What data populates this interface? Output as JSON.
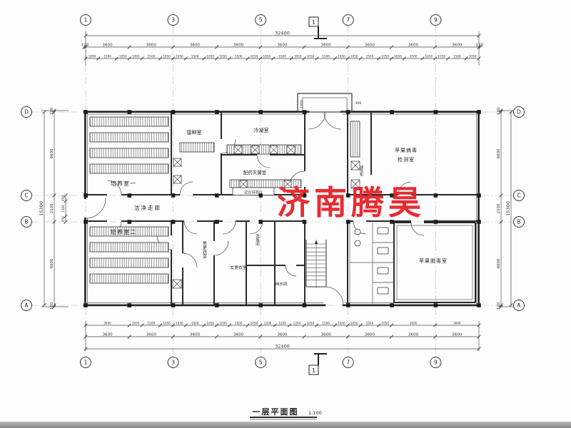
{
  "drawing": {
    "watermark": "济南腾昊",
    "watermark_color": "#e62129",
    "title": "一层平面图",
    "scale_label": "1:100"
  },
  "axes": {
    "top": [
      "1",
      "3",
      "5",
      "7",
      "9"
    ],
    "bottom": [
      "1",
      "3",
      "5",
      "7",
      "9"
    ],
    "left": [
      "D",
      "C",
      "B",
      "A"
    ],
    "right": [
      "D",
      "C",
      "B",
      "A"
    ],
    "section_mark": "1"
  },
  "dimensions": {
    "top_total": [
      "32400"
    ],
    "top_bays": [
      "120",
      "3600",
      "3600",
      "3600",
      "3600",
      "3600",
      "3600",
      "3600",
      "3600",
      "3600",
      "120"
    ],
    "top_sub": [
      "1050",
      "1500",
      "1050",
      "1050",
      "1500",
      "1050",
      "1050",
      "1500",
      "1050",
      "1050",
      "1500",
      "1050",
      "1050",
      "1500",
      "1050",
      "1050",
      "1500",
      "1050",
      "1050",
      "1500",
      "1050",
      "1050",
      "1500",
      "1050",
      "1050",
      "1500",
      "1050"
    ],
    "bottom_sub": [
      "3600",
      "1050",
      "1500",
      "1050",
      "1050",
      "1500",
      "1050",
      "1050",
      "1500",
      "1050",
      "1200",
      "1200",
      "1200",
      "1050",
      "1500",
      "1050",
      "1050",
      "1500",
      "1050",
      "3600",
      "3600"
    ],
    "bottom_bays": [
      "3600",
      "3600",
      "3600",
      "3600",
      "3600",
      "3600",
      "3600",
      "3600",
      "3600"
    ],
    "bottom_total": [
      "32400"
    ],
    "left_segs": [
      "120",
      "6600",
      "2100",
      "6600",
      "120"
    ],
    "left_sub": [
      "450",
      "1200",
      "450"
    ],
    "left_total": [
      "15300"
    ],
    "right_segs": [
      "120",
      "6600",
      "2100",
      "6600",
      "120"
    ],
    "right_total": [
      "15300"
    ],
    "entrance": [
      "1000",
      "300"
    ]
  },
  "rooms": {
    "cultivation1": "培养室一",
    "cultivation2": "培养室二",
    "inoculation": "接种室",
    "condensation": "冷凝室",
    "dispensing": "配药灭菌室",
    "bench_label": "边台试验台",
    "corridor": "洁净走廊",
    "virus_line1": "苹果病毒",
    "virus_line2": "检测室",
    "detox": "苹果脱毒室",
    "men_changing": "男更衣室",
    "women_changing": "女更衣室",
    "bottle_washing": "洗瓶间",
    "pure_water": "纯水间",
    "fume_hood": "通风柜"
  }
}
